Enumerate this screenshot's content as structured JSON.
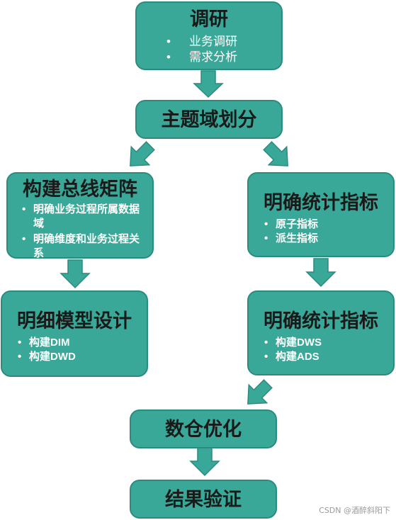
{
  "nodes": {
    "research": {
      "title": "调研",
      "items": [
        "业务调研",
        "需求分析"
      ]
    },
    "topic": {
      "title": "主题域划分"
    },
    "bus_matrix": {
      "title": "构建总线矩阵",
      "items": [
        "明确业务过程所属数据域",
        "明确维度和业务过程关系"
      ]
    },
    "stats_1": {
      "title": "明确统计指标",
      "items": [
        "原子指标",
        "派生指标"
      ]
    },
    "detail_model": {
      "title": "明细模型设计",
      "items": [
        "构建DIM",
        "构建DWD"
      ]
    },
    "stats_2": {
      "title": "明确统计指标",
      "items": [
        "构建DWS",
        "构建ADS"
      ]
    },
    "optimize": {
      "title": "数仓优化"
    },
    "verify": {
      "title": "结果验证"
    }
  },
  "watermark": "CSDN @酒醉斜阳下",
  "colors": {
    "box_fill": "#3aa898",
    "box_border": "#2b8c7e",
    "arrow": "#3aa898"
  }
}
